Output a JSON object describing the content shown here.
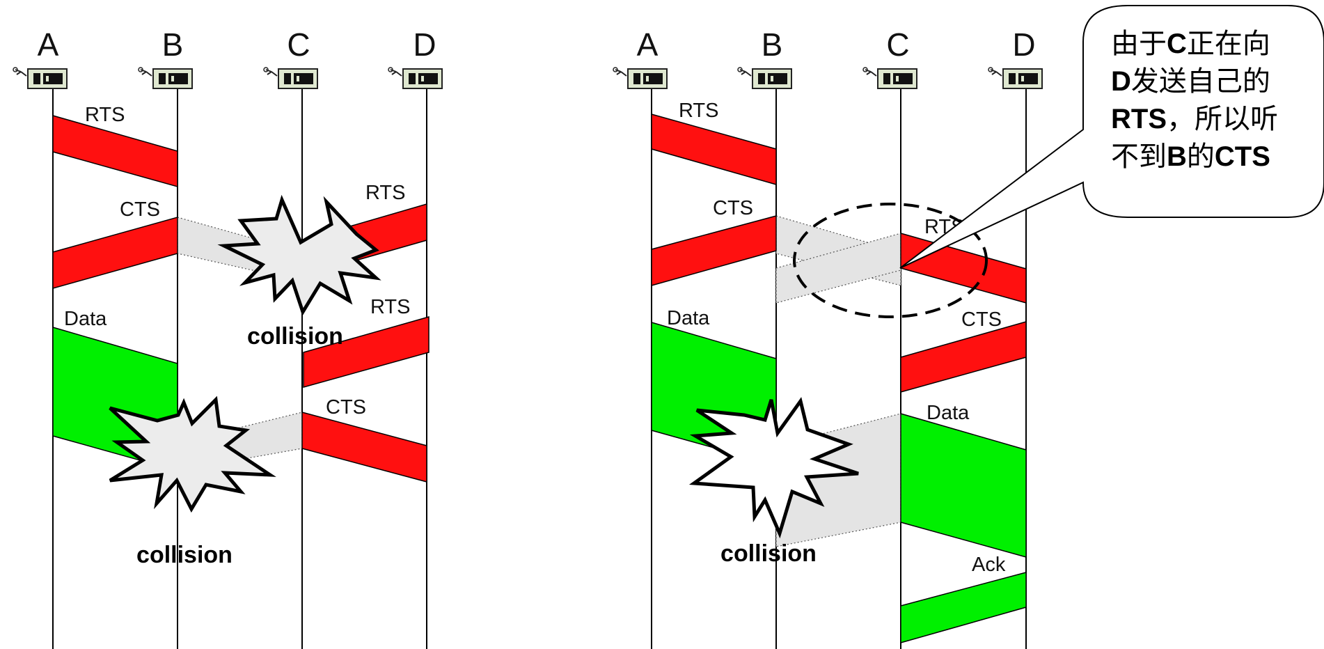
{
  "colors": {
    "rts_cts": "#ff1010",
    "data_ack": "#00f000",
    "shadow": "#e4e4e4",
    "line": "#000000"
  },
  "left_panel": {
    "nodes": [
      "A",
      "B",
      "C",
      "D"
    ],
    "messages": {
      "rts_a": "RTS",
      "cts_b": "CTS",
      "rts_c": "RTS",
      "data_a": "Data",
      "rts_d": "RTS",
      "cts_d": "CTS"
    },
    "collision_top": "collision",
    "collision_bottom": "collision"
  },
  "right_panel": {
    "nodes": [
      "A",
      "B",
      "C",
      "D"
    ],
    "messages": {
      "rts_a": "RTS",
      "cts_b": "CTS",
      "rts_c": "RTS",
      "cts_d": "CTS",
      "data_a": "Data",
      "data_c": "Data",
      "ack_d": "Ack"
    },
    "collision": "collision"
  },
  "callout": {
    "line1_a": "由于",
    "line1_b": "C",
    "line1_c": "正在向",
    "line2_a": "D",
    "line2_b": "发送自己的",
    "line3_a": "RTS",
    "line3_b": "，所以听",
    "line4_a": "不到",
    "line4_b": "B",
    "line4_c": "的",
    "line4_d": "CTS"
  }
}
